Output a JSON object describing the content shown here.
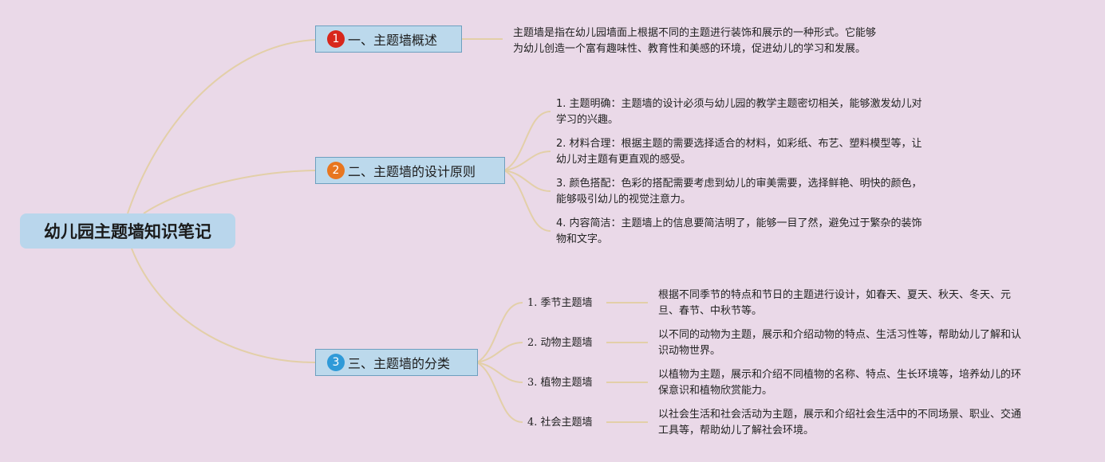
{
  "root": {
    "title": "幼儿园主题墙知识笔记"
  },
  "colors": {
    "background": "#ead9e8",
    "root_fill": "#b9d6ec",
    "branch_fill": "#bcd9ec",
    "line": "#e3cfa8",
    "badge1": "#d8271c",
    "badge2": "#e8761f",
    "badge3": "#2f9ad8"
  },
  "branches": [
    {
      "number": "1",
      "label": "一、主题墙概述",
      "text": [
        "主题墙是指在幼儿园墙面上根据不同的主题进行装饰和展示的一种形式。它能够",
        "为幼儿创造一个富有趣味性、教育性和美感的环境，促进幼儿的学习和发展。"
      ]
    },
    {
      "number": "2",
      "label": "二、主题墙的设计原则",
      "items": [
        [
          "1. 主题明确：主题墙的设计必须与幼儿园的教学主题密切相关，能够激发幼儿对",
          "学习的兴趣。"
        ],
        [
          "2. 材料合理：根据主题的需要选择适合的材料，如彩纸、布艺、塑料模型等，让",
          "幼儿对主题有更直观的感受。"
        ],
        [
          "3. 颜色搭配：色彩的搭配需要考虑到幼儿的审美需要，选择鲜艳、明快的颜色，",
          "能够吸引幼儿的视觉注意力。"
        ],
        [
          "4. 内容简洁：主题墙上的信息要简洁明了，能够一目了然，避免过于繁杂的装饰",
          "物和文字。"
        ]
      ]
    },
    {
      "number": "3",
      "label": "三、主题墙的分类",
      "items": [
        {
          "label": "1. 季节主题墙",
          "text": [
            "根据不同季节的特点和节日的主题进行设计，如春天、夏天、秋天、冬天、元",
            "旦、春节、中秋节等。"
          ]
        },
        {
          "label": "2. 动物主题墙",
          "text": [
            "以不同的动物为主题，展示和介绍动物的特点、生活习性等，帮助幼儿了解和认",
            "识动物世界。"
          ]
        },
        {
          "label": "3. 植物主题墙",
          "text": [
            "以植物为主题，展示和介绍不同植物的名称、特点、生长环境等，培养幼儿的环",
            "保意识和植物欣赏能力。"
          ]
        },
        {
          "label": "4. 社会主题墙",
          "text": [
            "以社会生活和社会活动为主题，展示和介绍社会生活中的不同场景、职业、交通",
            "工具等，帮助幼儿了解社会环境。"
          ]
        }
      ]
    }
  ]
}
